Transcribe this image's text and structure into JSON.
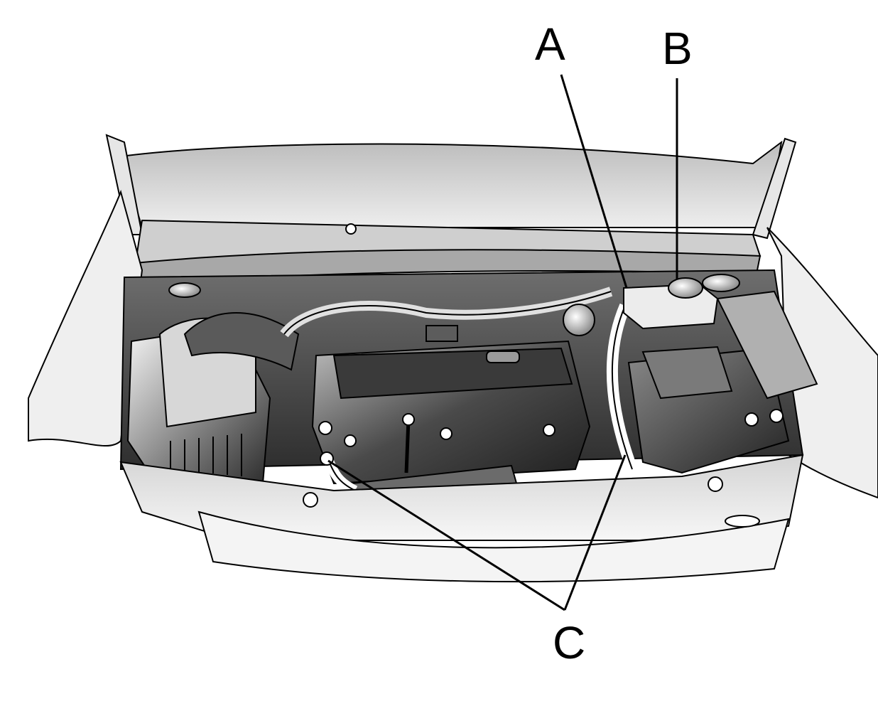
{
  "callouts": {
    "a": "A",
    "b": "B",
    "c": "C"
  },
  "colors": {
    "ink": "#000000",
    "paper": "#ffffff",
    "shade_dark": "#3a3a3a",
    "shade_mid": "#8c8c8c",
    "shade_light": "#d9d9d9"
  }
}
